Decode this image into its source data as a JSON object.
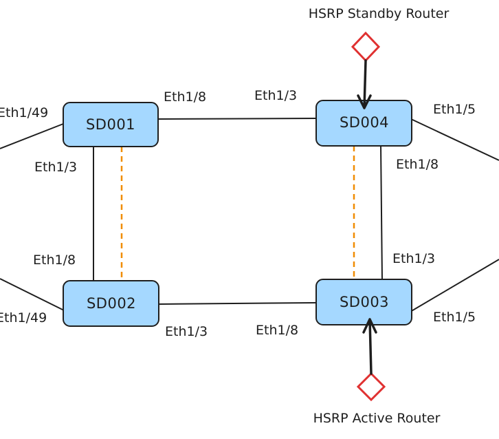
{
  "nodes": {
    "sd001": "SD001",
    "sd002": "SD002",
    "sd003": "SD003",
    "sd004": "SD004"
  },
  "ports": {
    "sd001_left": "Eth1/49",
    "sd001_right": "Eth1/8",
    "sd001_down": "Eth1/3",
    "sd002_up": "Eth1/8",
    "sd002_left": "Eth1/49",
    "sd002_right": "Eth1/3",
    "sd004_left": "Eth1/3",
    "sd004_right": "Eth1/5",
    "sd004_down": "Eth1/8",
    "sd003_up": "Eth1/3",
    "sd003_left": "Eth1/8",
    "sd003_right": "Eth1/5"
  },
  "roles": {
    "standby": "HSRP Standby Router",
    "active": "HSRP Active Router"
  },
  "colors": {
    "node_fill": "#a5d8ff",
    "peer_link": "#f08c00",
    "router_marker": "#e03131"
  }
}
